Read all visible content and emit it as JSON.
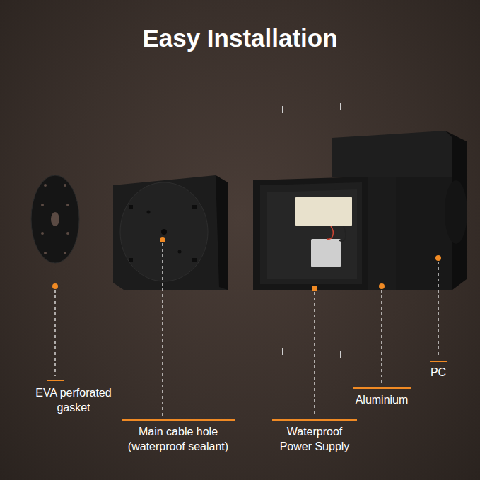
{
  "diagram": {
    "title": "Easy Installation",
    "labels": [
      "EVA perforated gasket",
      "Main cable hole (waterproof sealant)",
      "Waterproof Power Supply",
      "Aluminium",
      "PC"
    ]
  }
}
